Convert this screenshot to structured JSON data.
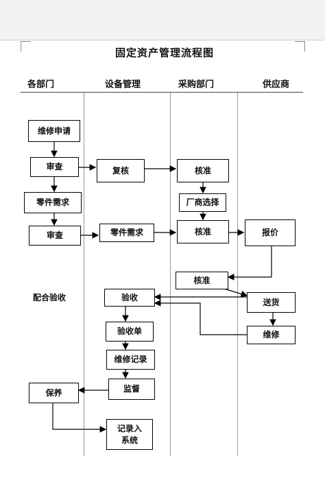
{
  "title": "固定资产管理流程图",
  "lanes": [
    "各部门",
    "设备管理",
    "采购部门",
    "供应商"
  ],
  "boxes": {
    "repair_request": "维修申请",
    "review_1": "审查",
    "parts_need_1": "零件需求",
    "review_2": "审查",
    "recheck": "复核",
    "parts_need_2": "零件需求",
    "approve_1": "核准",
    "vendor_select": "厂商选择",
    "approve_2": "核准",
    "quote": "报价",
    "approve_3": "核准",
    "deliver": "送货",
    "repair": "维修",
    "acceptance": "验收",
    "acceptance_form": "验收单",
    "repair_record": "维修记录",
    "supervise": "监督",
    "maintain": "保养",
    "record_system": "记录入系统"
  },
  "cooperate_text": "配合验收"
}
